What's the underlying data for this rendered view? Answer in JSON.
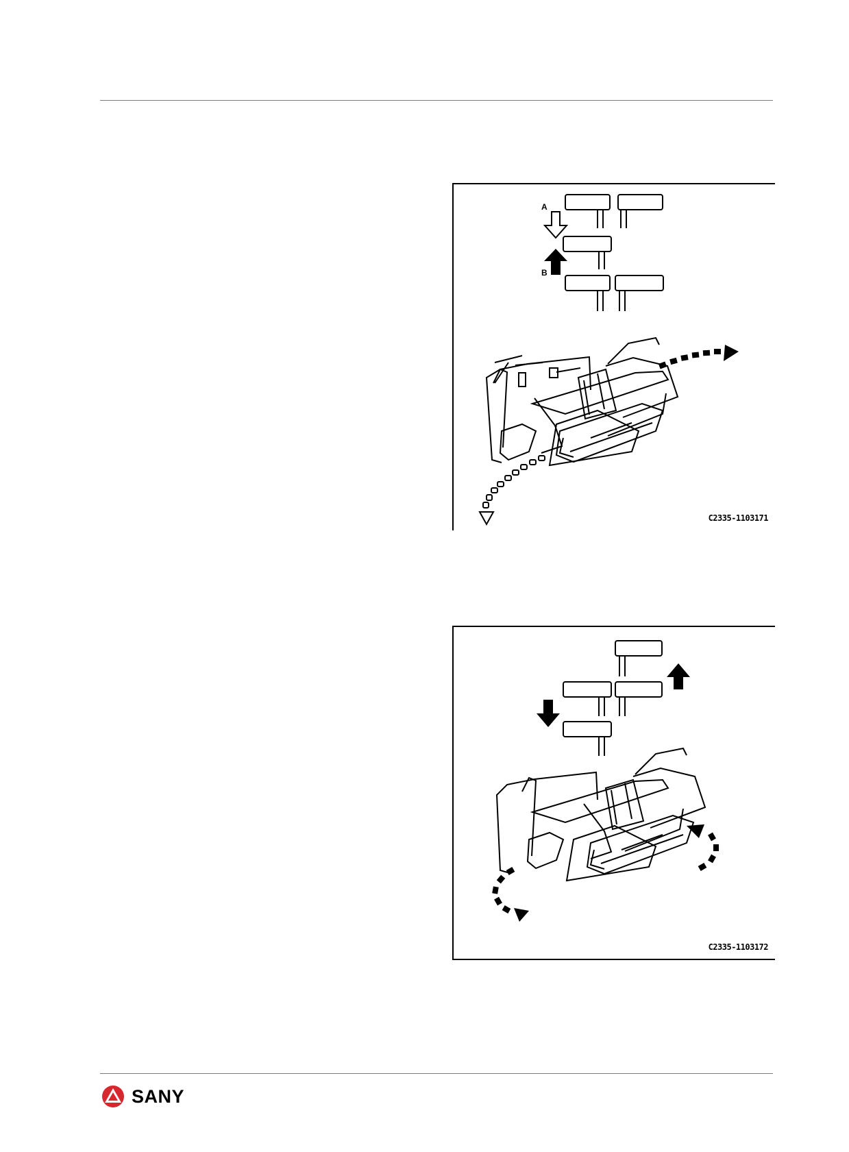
{
  "figures": [
    {
      "code": "C2335-1103171",
      "labels": {
        "a": "A",
        "b": "B"
      }
    },
    {
      "code": "C2335-1103172"
    }
  ],
  "footer": {
    "brand": "SANY",
    "brand_color": "#d7282f"
  },
  "colors": {
    "rule": "#7a7a7a",
    "ink": "#000000"
  }
}
